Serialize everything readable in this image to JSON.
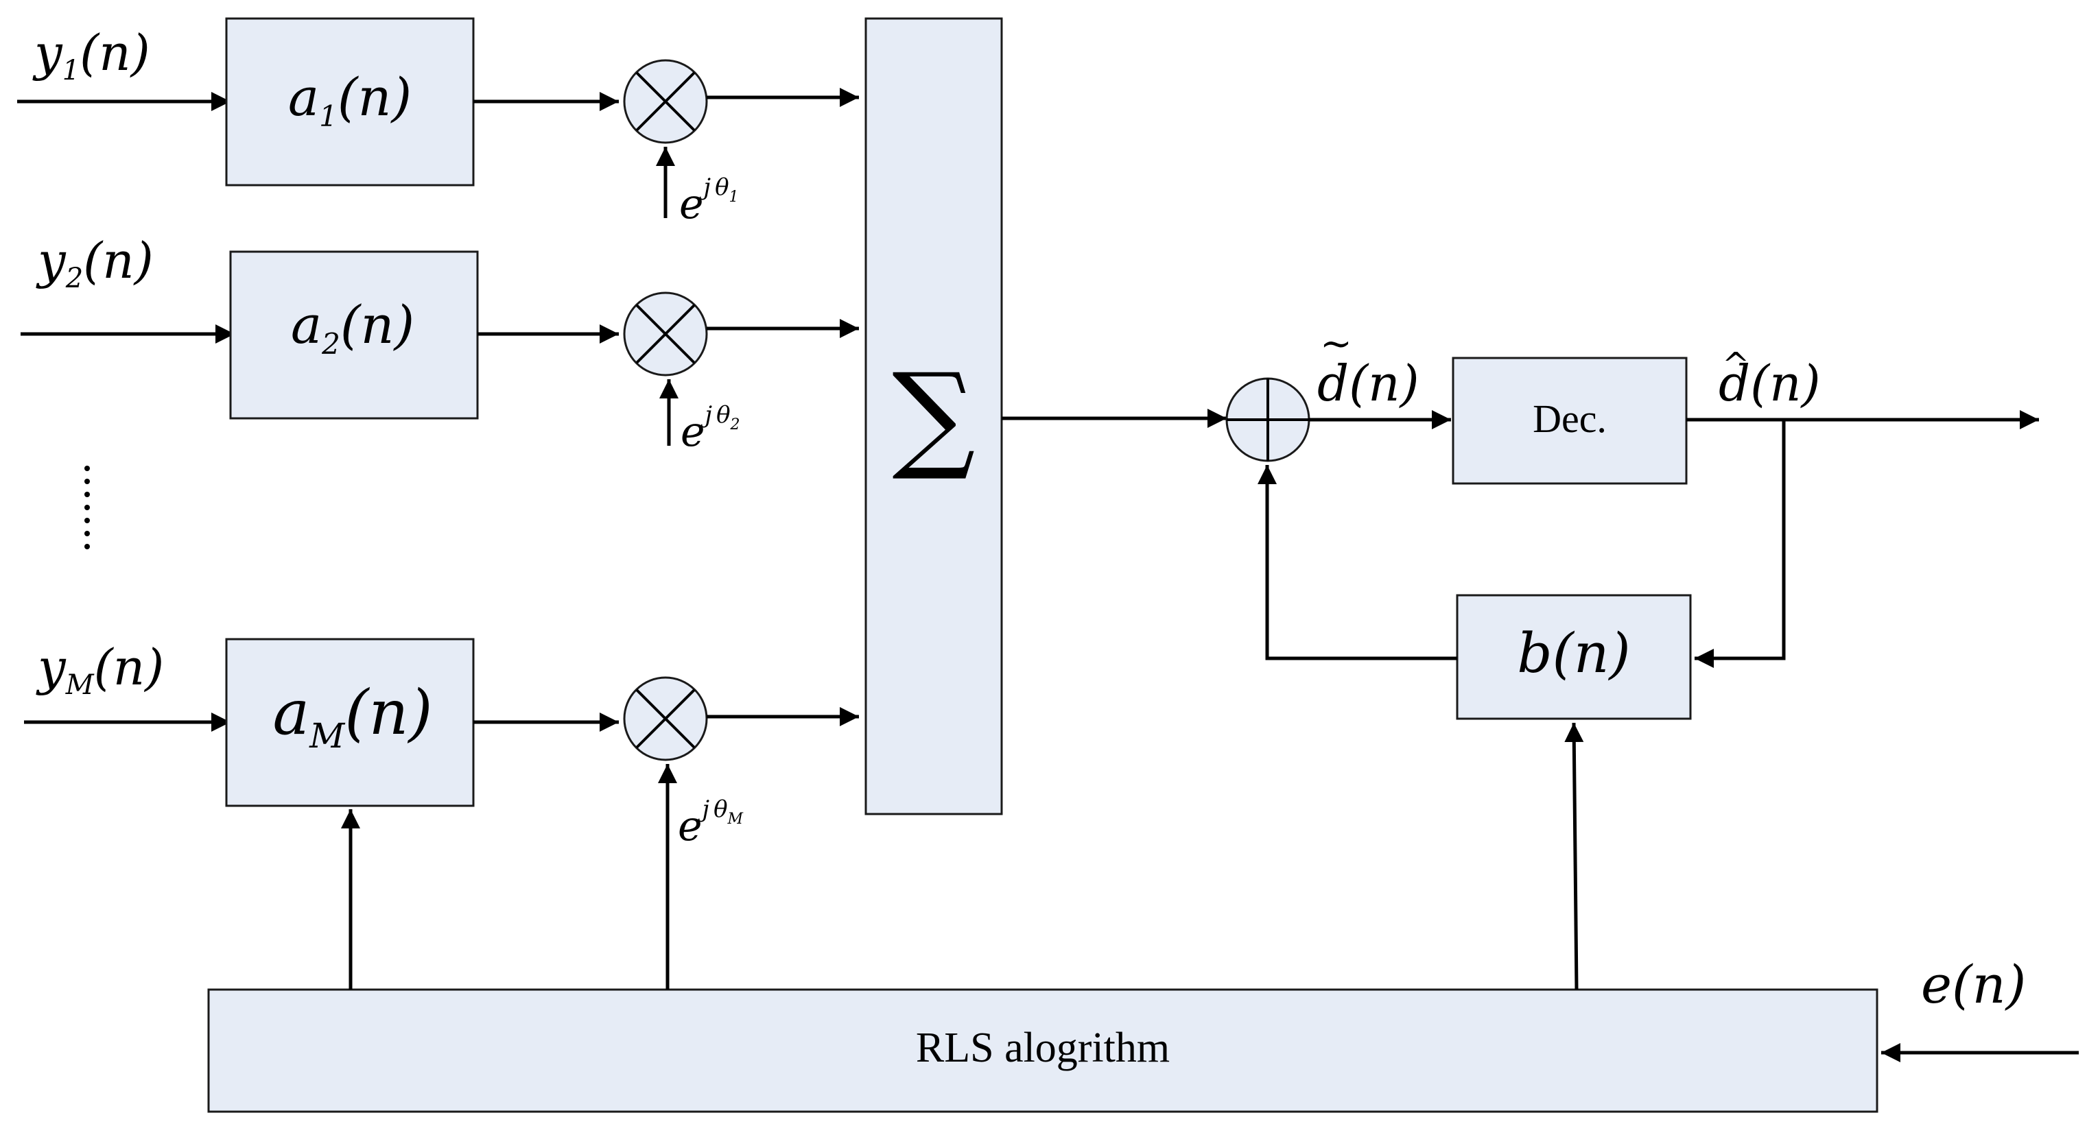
{
  "colors": {
    "block_fill": "#e6ecf6",
    "line": "#000000"
  },
  "inputs": [
    {
      "var": "y",
      "sub": "1",
      "arg": "(n)"
    },
    {
      "var": "y",
      "sub": "2",
      "arg": "(n)"
    },
    {
      "var": "y",
      "sub": "M",
      "arg": "(n)"
    }
  ],
  "weights": [
    {
      "var": "a",
      "sub": "1",
      "arg": "(n)"
    },
    {
      "var": "a",
      "sub": "2",
      "arg": "(n)"
    },
    {
      "var": "a",
      "sub": "M",
      "arg": "(n)"
    }
  ],
  "phases": [
    {
      "base": "e",
      "j": "j",
      "theta": "θ",
      "sub": "1"
    },
    {
      "base": "e",
      "j": "j",
      "theta": "θ",
      "sub": "2"
    },
    {
      "base": "e",
      "j": "j",
      "theta": "θ",
      "sub": "M"
    }
  ],
  "ellipsis": "⋮",
  "summer_symbol": "∑",
  "d_tilde": {
    "accent": "~",
    "var": "d",
    "arg": "(n)"
  },
  "d_hat": {
    "accent": "^",
    "var": "d",
    "arg": "(n)"
  },
  "decision_label": "Dec.",
  "feedback_filter": {
    "var": "b",
    "arg": "(n)"
  },
  "error": {
    "var": "e",
    "arg": "(n)"
  },
  "rls_label": "RLS alogrithm"
}
